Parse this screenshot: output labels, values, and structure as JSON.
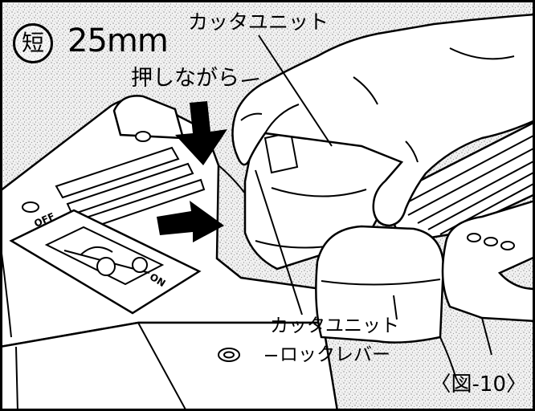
{
  "figure": {
    "length_mark": {
      "circled_char": "短",
      "size": "25mm"
    },
    "labels": {
      "cutter_unit_top": "カッタユニット",
      "press_while": "押しながら",
      "cutter_unit_bottom": "カッタユニット",
      "lock_lever": "ロックレバー",
      "figure_number": "〈図-10〉"
    },
    "device_markings": {
      "off": "OFF",
      "on": "ON"
    }
  },
  "colors": {
    "ink": "#000000",
    "paper": "#ffffff",
    "halftone": "#8a8a8a"
  }
}
